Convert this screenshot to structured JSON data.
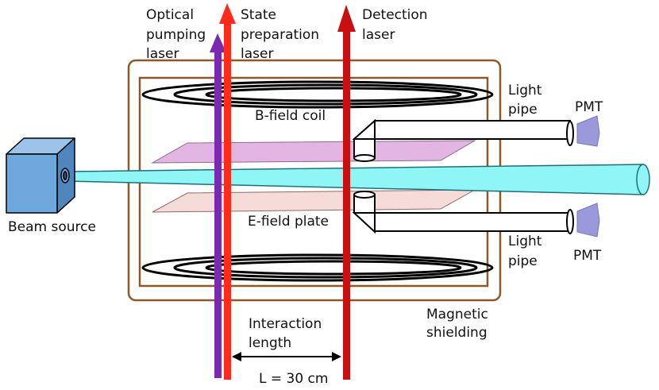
{
  "labels": {
    "optical_pumping": [
      "Optical",
      "pumping",
      "laser"
    ],
    "state_prep": [
      "State",
      "preparation",
      "laser"
    ],
    "detection": [
      "Detection",
      "laser"
    ],
    "light_pipe_top": [
      "Light",
      "pipe"
    ],
    "pmt_top": "PMT",
    "b_field_coil": "B-field coil",
    "e_field_plate": "E-field plate",
    "beam_source": "Beam source",
    "light_pipe_bottom": [
      "Light",
      "pipe"
    ],
    "pmt_bottom": "PMT",
    "magnetic_shielding": [
      "Magnetic",
      "shielding"
    ],
    "interaction_length": [
      "Interaction",
      "length"
    ],
    "length_value": "L = 30 cm"
  },
  "colors": {
    "optical_pumping_laser": "#7b2ab0",
    "state_prep_laser": "#ff2a1a",
    "detection_laser": "#c81010",
    "shield_outer": "#8b5a2b",
    "beam": "#8ff5f5",
    "beam_source": "#6fa8dc",
    "upper_plate": "#e3b5e3",
    "lower_plate": "#f6dcd8",
    "pmt": "#8f8fd8"
  }
}
